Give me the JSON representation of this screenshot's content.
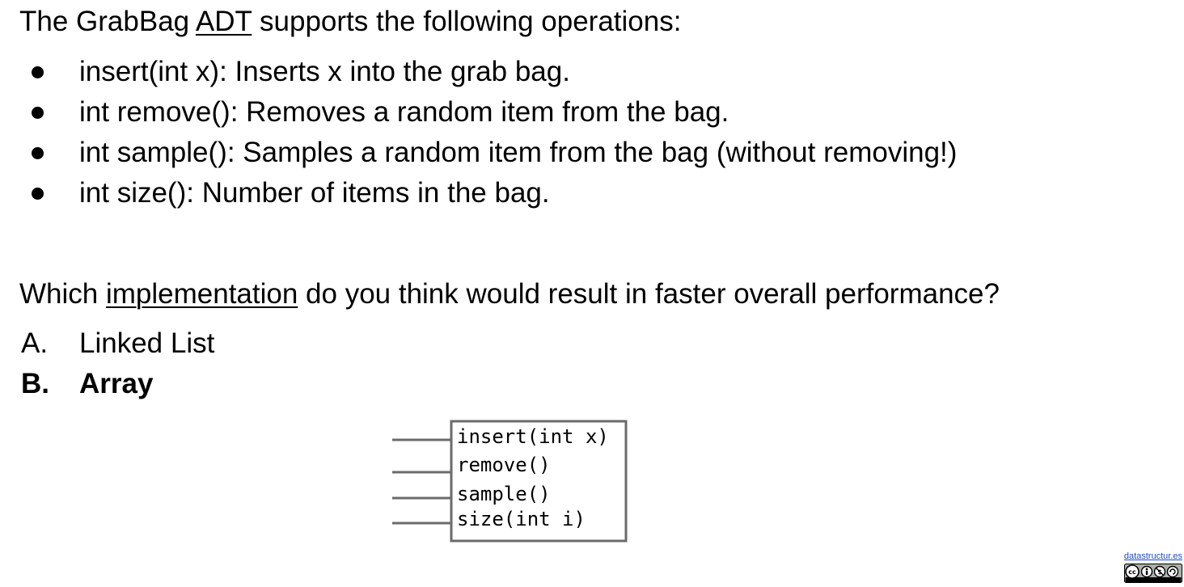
{
  "intro": {
    "prefix": "The GrabBag ",
    "underlined": "ADT",
    "suffix": " supports the following operations:"
  },
  "operations": [
    "insert(int x): Inserts x into the grab bag.",
    "int remove(): Removes a random item from the bag.",
    "int sample(): Samples a random item from the bag (without removing!)",
    "int size(): Number of items in the bag."
  ],
  "question": {
    "prefix": "Which ",
    "underlined": "implementation",
    "suffix": " do you think would result in faster overall performance?"
  },
  "choices": [
    {
      "letter": "A.",
      "text": "Linked List",
      "selected": false
    },
    {
      "letter": "B.",
      "text": "Array",
      "selected": true
    }
  ],
  "interface_diagram": {
    "methods": [
      "insert(int x)",
      "remove()",
      "sample()",
      "size(int i)"
    ],
    "line_color": "#6b6b6b",
    "box_color": "#6b6b6b"
  },
  "credit": {
    "link_text": "datastructur.es",
    "license_icon": "cc-by-nc-sa-icon"
  }
}
